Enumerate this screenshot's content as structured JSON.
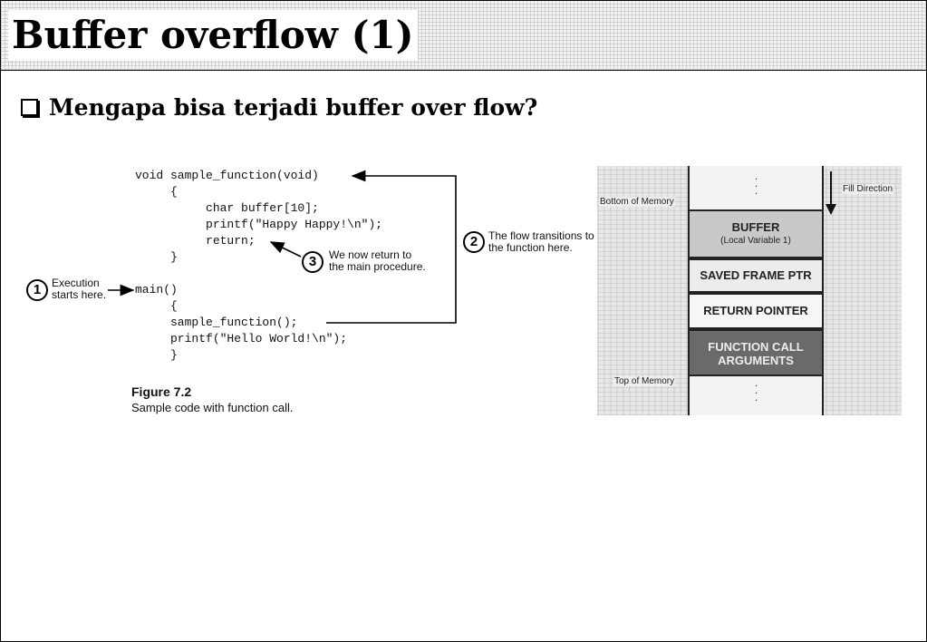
{
  "slide": {
    "title": "Buffer overflow (1)",
    "bullet": "Mengapa bisa terjadi buffer over flow?"
  },
  "figure_code": {
    "code_lines": [
      "void sample_function(void)",
      "     {",
      "          char buffer[10];",
      "          printf(\"Happy Happy!\\n\");",
      "          return;",
      "     }",
      "main()",
      "     {",
      "     sample_function();",
      "     printf(\"Hello World!\\n\");",
      "     }"
    ],
    "callouts": [
      {
        "num": "1",
        "text": "Execution\nstarts here."
      },
      {
        "num": "2",
        "text": "The flow transitions to\nthe function here."
      },
      {
        "num": "3",
        "text": "We now return to\nthe main procedure."
      }
    ],
    "caption_label": "Figure 7.2",
    "caption_text": "Sample code with function call."
  },
  "figure_stack": {
    "bottom_label": "Bottom of Memory",
    "top_label": "Top of Memory",
    "direction_label": "Fill Direction",
    "cells": {
      "buffer": "BUFFER",
      "buffer_sub": "(Local Variable 1)",
      "saved_frame_ptr": "SAVED FRAME PTR",
      "return_pointer": "RETURN POINTER",
      "args_line1": "FUNCTION CALL",
      "args_line2": "ARGUMENTS"
    }
  }
}
